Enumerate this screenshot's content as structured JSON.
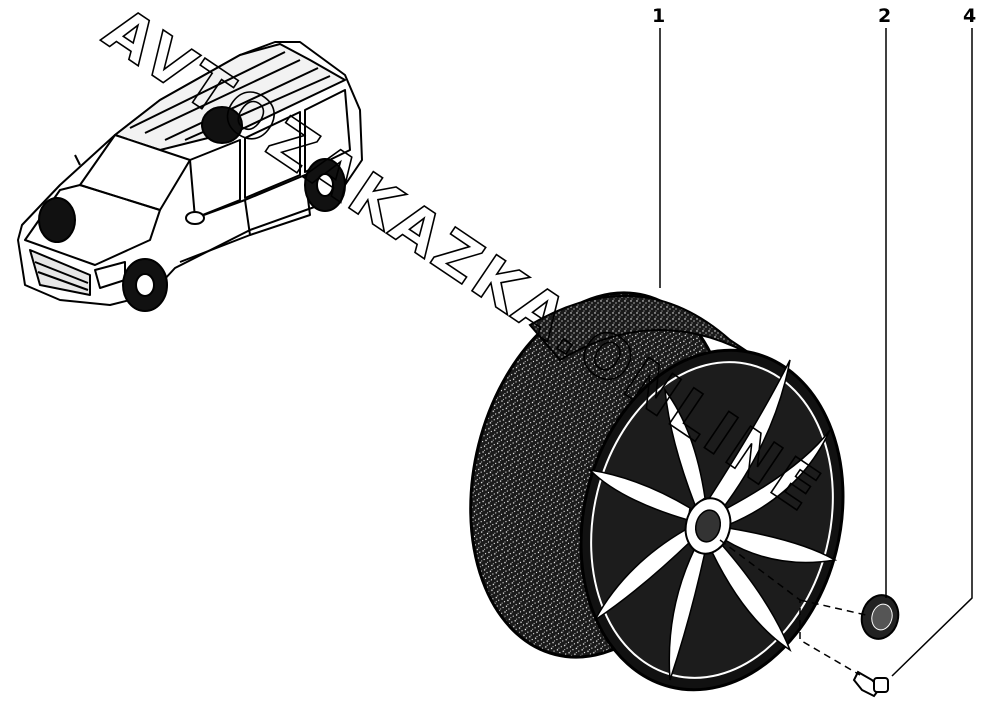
{
  "watermark": {
    "text": "AVTOZAKAZKA.ONLINE"
  },
  "callouts": {
    "tyre_wheel": "1",
    "hub_cap": "2",
    "wheel_bolt": "4"
  },
  "colors": {
    "line": "#000000",
    "background": "#ffffff",
    "tyre_fill": "#1a1a1a",
    "highlight": "#ffffff"
  }
}
